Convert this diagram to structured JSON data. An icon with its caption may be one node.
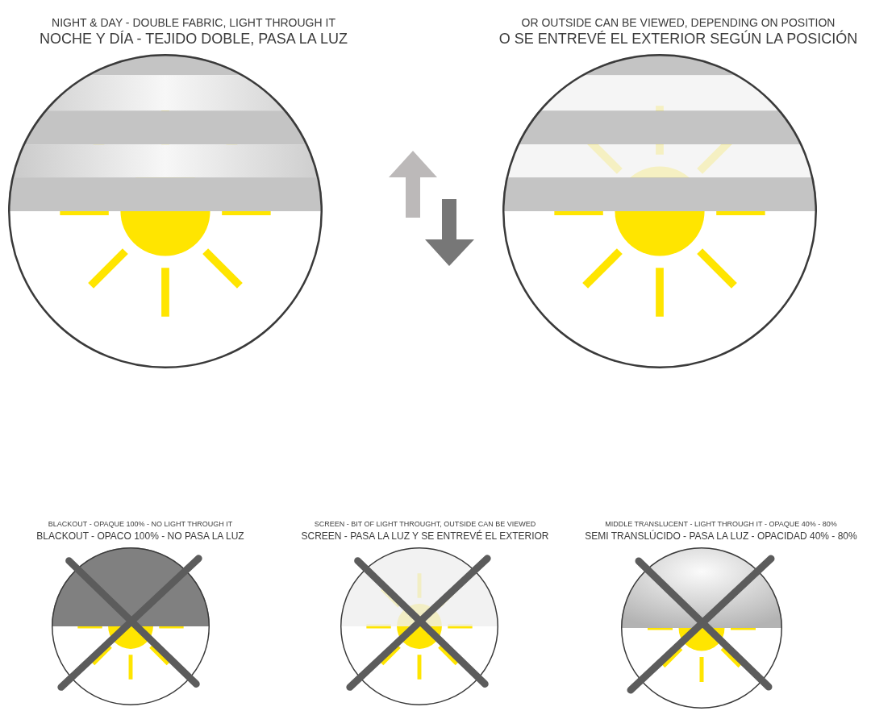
{
  "diagram": {
    "nodes": [
      {
        "text": [
          "NIGHT & DAY - DOUBLE FABRIC, LIGHT THROUGH IT",
          "NOCHE Y DÍA - TEJIDO DOBLE, PASA LA LUZ"
        ]
      },
      {
        "text": [
          "OR OUTSIDE CAN BE VIEWED, DEPENDING ON POSITION",
          "O SE ENTREVÉ EL EXTERIOR SEGÚN LA POSICIÓN"
        ]
      },
      {
        "text": [
          "BLACKOUT - OPAQUE 100% - NO LIGHT THROUGH IT",
          "BLACKOUT - OPACO 100% - NO PASA LA LUZ"
        ]
      },
      {
        "text": [
          "SCREEN - BIT OF LIGHT THROUGHT, OUTSIDE CAN BE VIEWED",
          "SCREEN - PASA LA LUZ Y SE ENTREVÉ EL EXTERIOR"
        ]
      },
      {
        "text": [
          "MIDDLE TRANSLUCENT - LIGHT THROUGH IT - OPAQUE 40% - 80%",
          "SEMI TRANSLÚCIDO - PASA LA LUZ - OPACIDAD 40% - 80%"
        ]
      }
    ]
  }
}
